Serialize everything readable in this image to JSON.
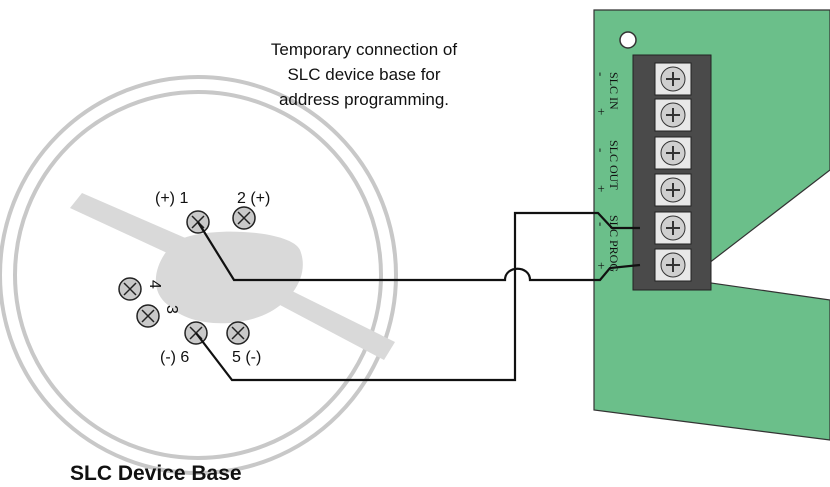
{
  "caption": {
    "line1": "Temporary connection of",
    "line2": "SLC device base for",
    "line3": "address programming."
  },
  "base_title": "SLC Device Base",
  "terminals": {
    "t1": "(+) 1",
    "t2": "2 (+)",
    "t3": "3",
    "t4": "4",
    "t5": "5 (-)",
    "t6": "(-) 6"
  },
  "board_labels": {
    "slc_in": "SLC IN",
    "slc_out": "SLC OUT",
    "slc_prog": "SLC PROG",
    "minus": "-",
    "plus": "+"
  },
  "colors": {
    "board": "#6bbf8a",
    "terminal_block": "#4a4a4a",
    "base_ring": "#c8c8c8",
    "wire": "#111111"
  }
}
